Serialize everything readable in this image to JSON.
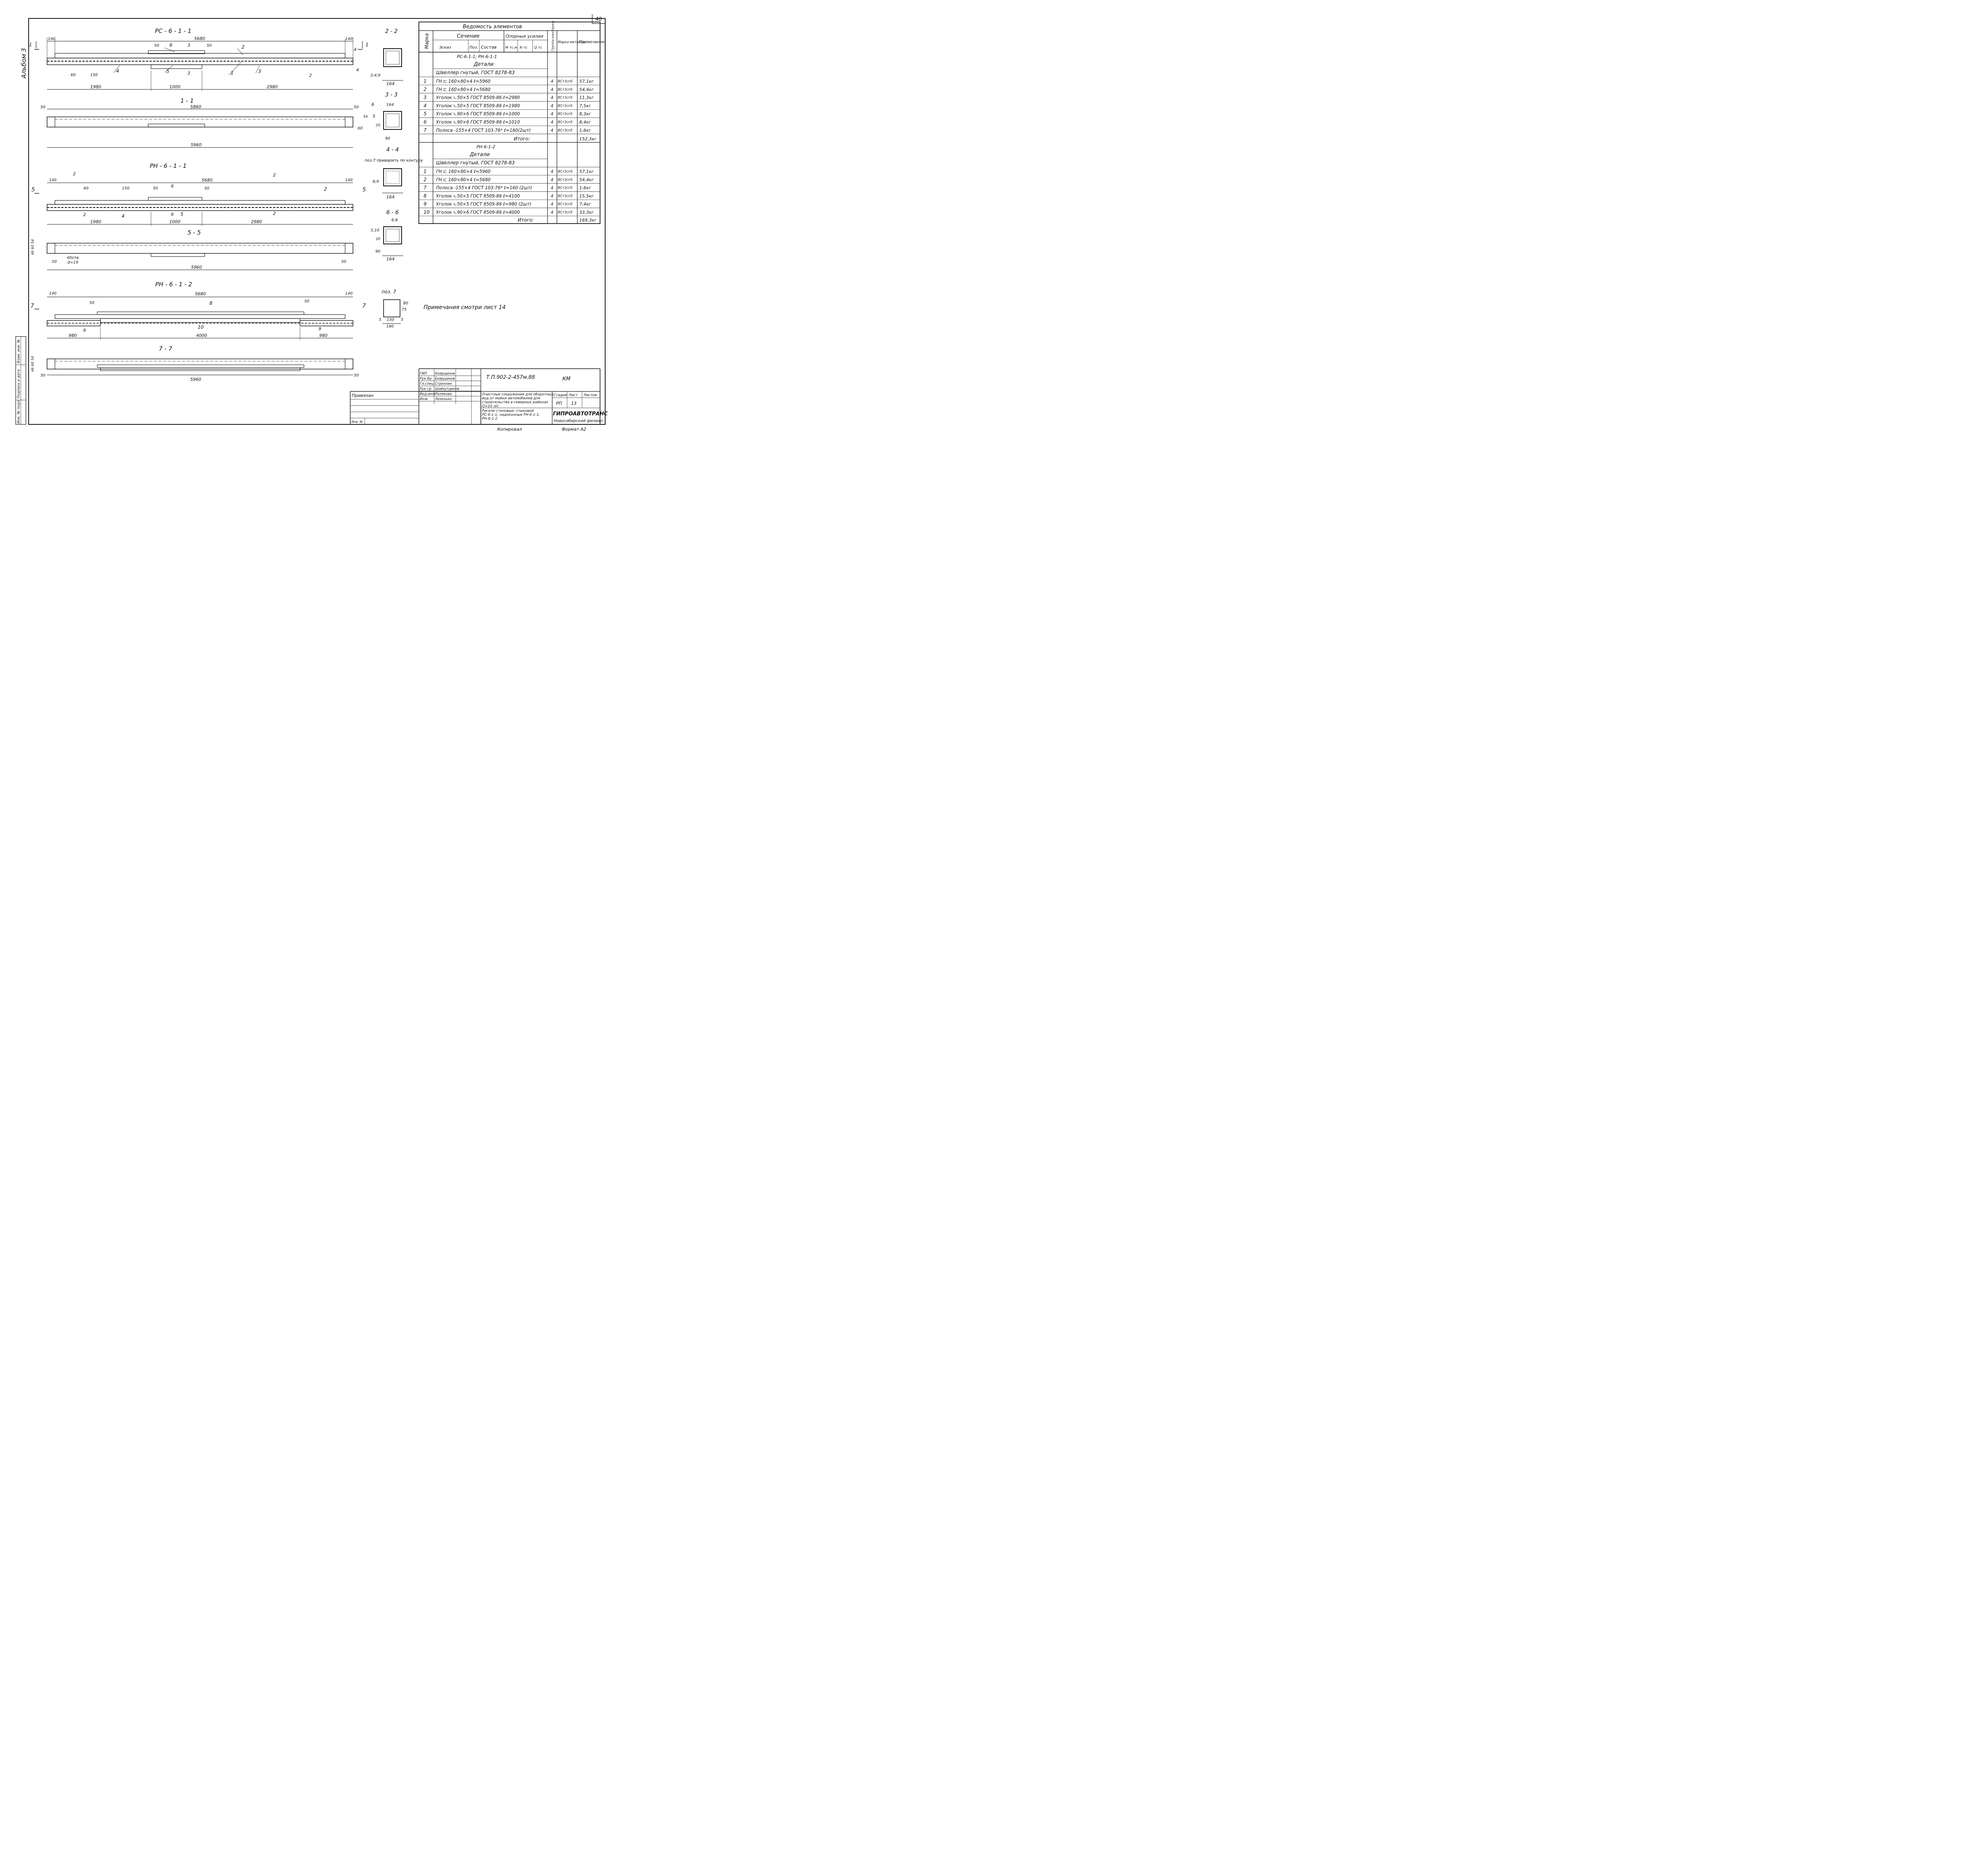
{
  "sheet": {
    "sheet_number": "40",
    "album_label": "Альбом 3",
    "notes": "Примечания смотри лист 14",
    "poz7_label": "поз. 7",
    "copied": "Копировал",
    "format": "Формат А2",
    "privyazan": "Привязан",
    "inv_label": "Инв. №",
    "left_strip": [
      "Инв. № подл.",
      "Подпись и дата",
      "Взам. инв. №"
    ]
  },
  "views": {
    "rs611": {
      "title": "РС - 6 - 1 - 1",
      "l_overall": "5680",
      "end": "140",
      "d50": "50",
      "d60": "60",
      "d150": "150",
      "s1980": "1980",
      "s1000": "1000",
      "s2980": "2980",
      "m1": "1",
      "m2": "2",
      "m3": "3",
      "m4": "4",
      "m5": "5",
      "m6": "6"
    },
    "s11": {
      "title": "1 - 1",
      "top": "5860",
      "total": "5960",
      "d50": "50",
      "d54": "54",
      "d60": "60"
    },
    "rn611": {
      "title": "РН - 6 - 1 - 1",
      "l_overall": "5680",
      "end": "140",
      "s1980": "1980",
      "s1000": "1000",
      "s2980": "2980",
      "d60": "60",
      "d150": "150",
      "d50": "50",
      "m5": "5",
      "m6": "6",
      "m2": "2",
      "m4": "4"
    },
    "s55": {
      "title": "5 - 5",
      "holes": "40отв.",
      "hole_d": "d=19",
      "total": "5960",
      "d50": "50",
      "left_dims": "46 60 54"
    },
    "rn612": {
      "title": "РН - 6 - 1 - 2",
      "l_overall": "5680",
      "end": "140",
      "s980": "980",
      "s4000": "4000",
      "d50": "50",
      "m7": "7",
      "m8": "8",
      "m9": "9",
      "m10": "10"
    },
    "s77": {
      "title": "7 - 7",
      "total": "5960",
      "d50": "50",
      "left_dims": "46 60 54"
    }
  },
  "sections": {
    "s22": {
      "title": "2 - 2",
      "width": "164",
      "poz": "3;4;9"
    },
    "s33": {
      "title": "3 - 3",
      "width": "164",
      "bottom": "90",
      "d6": "6",
      "d5": "5",
      "d20": "20"
    },
    "s44": {
      "title": "4 - 4",
      "note": "поз.7 приварить по контуру",
      "width": "164",
      "poz": "8;9"
    },
    "s66": {
      "title": "6 - 6",
      "width": "164",
      "bottom": "90",
      "top": "6;8",
      "left": "5,10",
      "d20": "20"
    },
    "poz7": {
      "d75": "75",
      "d80": "80",
      "d150": "150",
      "d160": "160",
      "d5": "5"
    }
  },
  "table": {
    "title": "Ведомость элементов",
    "headers": {
      "marka": "Марка",
      "section": "Сечение",
      "eskiz": "Эскиз",
      "poz": "Поз.",
      "sostav": "Состав",
      "forces": "Опорные усилия",
      "m": "М тс.м",
      "n": "N тс",
      "q": "Q тс",
      "group": "Группа конструкц.",
      "steel": "Марка металла",
      "note": "Примечание"
    },
    "block1": {
      "header": "РС-6-1-1; РН-6-1-1",
      "sub": "Детали",
      "channel": "Швеллер гнутый, ГОСТ 8278-83",
      "rows": [
        {
          "poz": "1",
          "sostav": "ГН ⊏ 160×80×4   ℓ=5960",
          "group": "4",
          "steel": "ВСт3сп5",
          "note": "57,1кг"
        },
        {
          "poz": "2",
          "sostav": "ГН ⊏ 160×80×4   ℓ=5680",
          "group": "4",
          "steel": "ВСт3сп5",
          "note": "54,4кг"
        },
        {
          "poz": "3",
          "sostav": "Уголок ∟50×5 ГОСТ 8509-86 ℓ=2980",
          "group": "4",
          "steel": "ВСт3сп5",
          "note": "11,3кг"
        },
        {
          "poz": "4",
          "sostav": "Уголок ∟50×5 ГОСТ 8509-86 ℓ=1980",
          "group": "4",
          "steel": "ВСт3сп5",
          "note": "7,5кг"
        },
        {
          "poz": "5",
          "sostav": "Уголок ∟90×6 ГОСТ 8509-86 ℓ=1000",
          "group": "4",
          "steel": "ВСт3сп5",
          "note": "8,3кг"
        },
        {
          "poz": "6",
          "sostav": "Уголок ∟90×6 ГОСТ 8509-86 ℓ=1010",
          "group": "4",
          "steel": "ВСт3сп5",
          "note": "8,4кг"
        },
        {
          "poz": "7",
          "sostav": "Полоса -155×4 ГОСТ 103-76* ℓ=160(2шт)",
          "group": "4",
          "steel": "ВСт3сп5",
          "note": "1,6кг"
        }
      ],
      "total_label": "Итого:",
      "total": "152,3кг"
    },
    "block2": {
      "header": "РН-6-1-2",
      "sub": "Детали",
      "channel": "Швеллер гнутый, ГОСТ 8278-83",
      "rows": [
        {
          "poz": "1",
          "sostav": "ГН ⊏ 160×80×4   ℓ=5960",
          "group": "4",
          "steel": "ВСт3сп5",
          "note": "57,1кг"
        },
        {
          "poz": "2",
          "sostav": "ГН ⊏ 160×80×4   ℓ=5680",
          "group": "4",
          "steel": "ВСт3сп5",
          "note": "54,4кг"
        },
        {
          "poz": "7",
          "sostav": "Полоса -155×4 ГОСТ 103-76* ℓ=160 (2шт)",
          "group": "4",
          "steel": "ВСт3сп5",
          "note": "1,6кг"
        },
        {
          "poz": "8",
          "sostav": "Уголок ∟50×5 ГОСТ 8509-86 ℓ=4100",
          "group": "4",
          "steel": "ВСт3сп5",
          "note": "15,5кг"
        },
        {
          "poz": "9",
          "sostav": "Уголок ∟50×5 ГОСТ 8509-86 ℓ=980 (2шт)",
          "group": "4",
          "steel": "ВСт3сп5",
          "note": "7,4кг"
        },
        {
          "poz": "10",
          "sostav": "Уголок ∟90×6 ГОСТ 8509-86 ℓ=4000",
          "group": "4",
          "steel": "ВСт3сп5",
          "note": "33,3кг"
        }
      ],
      "total_label": "Итого:",
      "total": "169,3кг"
    }
  },
  "stamp": {
    "doc_code": "Т.П.902-2-457м.88",
    "section_code": "КМ",
    "roles": [
      "ГИП",
      "Рук.бр.",
      "Гл.спец",
      "Рук.гр.",
      "Вед.инж",
      "Инж."
    ],
    "names": [
      "Боярщинов",
      "Боярщинов",
      "Стрехнин",
      "Шайхутдинов",
      "Полякова",
      "Лехенько"
    ],
    "title_main": "Очистные сооружения для оборотных вод от мойки автомобилей для строительства в северных районах Q=10 л/с",
    "title_sheet": "Ригели стеновые: стыковой РС-6-1-1; надоконные РН-6-1-1, РН-6-1-2",
    "stage_label": "Стадия",
    "sheet_label": "Лист",
    "sheets_label": "Листов",
    "stage": "РП",
    "sheet": "13",
    "org": "ГИПРОАВТОТРАНС",
    "branch": "Новосибирский филиал"
  }
}
